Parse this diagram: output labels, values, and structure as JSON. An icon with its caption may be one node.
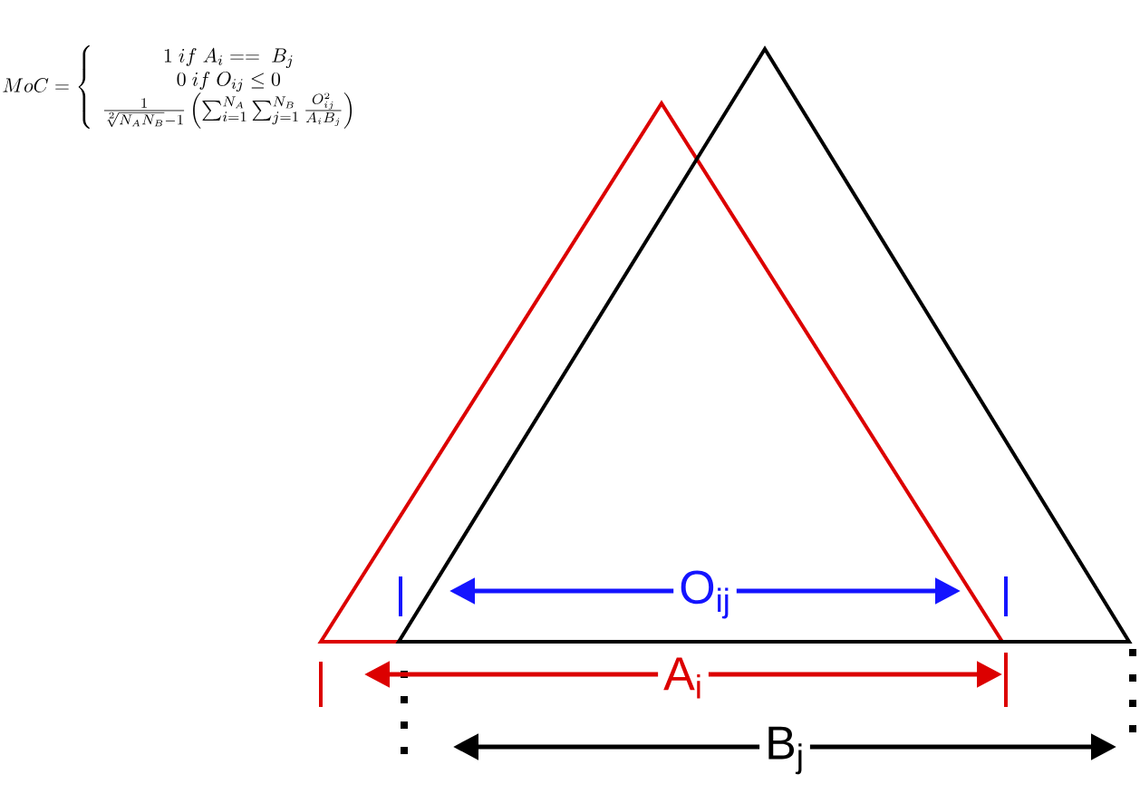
{
  "diagram": {
    "labels": [
      "MoC = \\left\\{\\begin{array}{c} 1\\ if\\ A_i == \\ B_j \\\\ 0\\ if\\ O_{ij} \\le 0 \\\\ \\frac{1}{\\sqrt[2]{N_A N_B}-1}\\left(\\sum_{i=1}^{N_A}\\sum_{j=1}^{N_B}\\frac{O_{ij}^2}{A_i B_j}\\right) \\end{array}\\right.",
      "O$_{ij}$",
      "A$_{i}$",
      "B$_{j}$"
    ]
  }
}
